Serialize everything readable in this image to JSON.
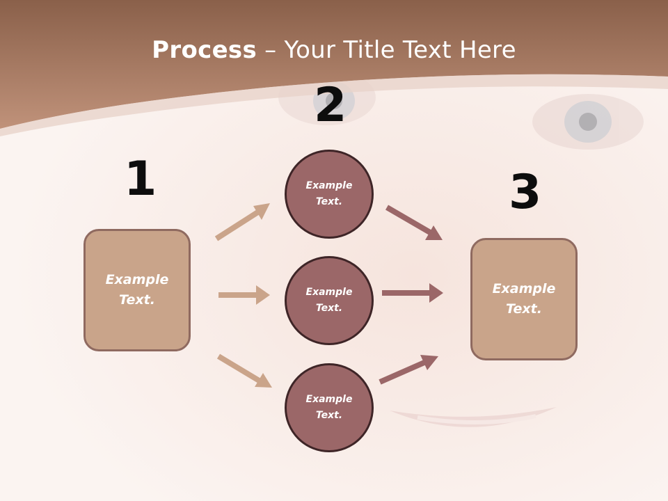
{
  "title": {
    "bold": "Process",
    "rest": " – Your Title Text Here"
  },
  "steps": [
    {
      "number": "1",
      "text": [
        "Example",
        "Text."
      ]
    },
    {
      "number": "2",
      "items": [
        {
          "text": [
            "Example",
            "Text."
          ]
        },
        {
          "text": [
            "Example",
            "Text."
          ]
        },
        {
          "text": [
            "Example",
            "Text."
          ]
        }
      ]
    },
    {
      "number": "3",
      "text": [
        "Example",
        "Text."
      ]
    }
  ],
  "colors": {
    "header": "#a97558",
    "box_fill": "#c9a48a",
    "circle_fill": "#9b6768",
    "arrow_left": "#caa48a",
    "arrow_right": "#9b6768"
  }
}
